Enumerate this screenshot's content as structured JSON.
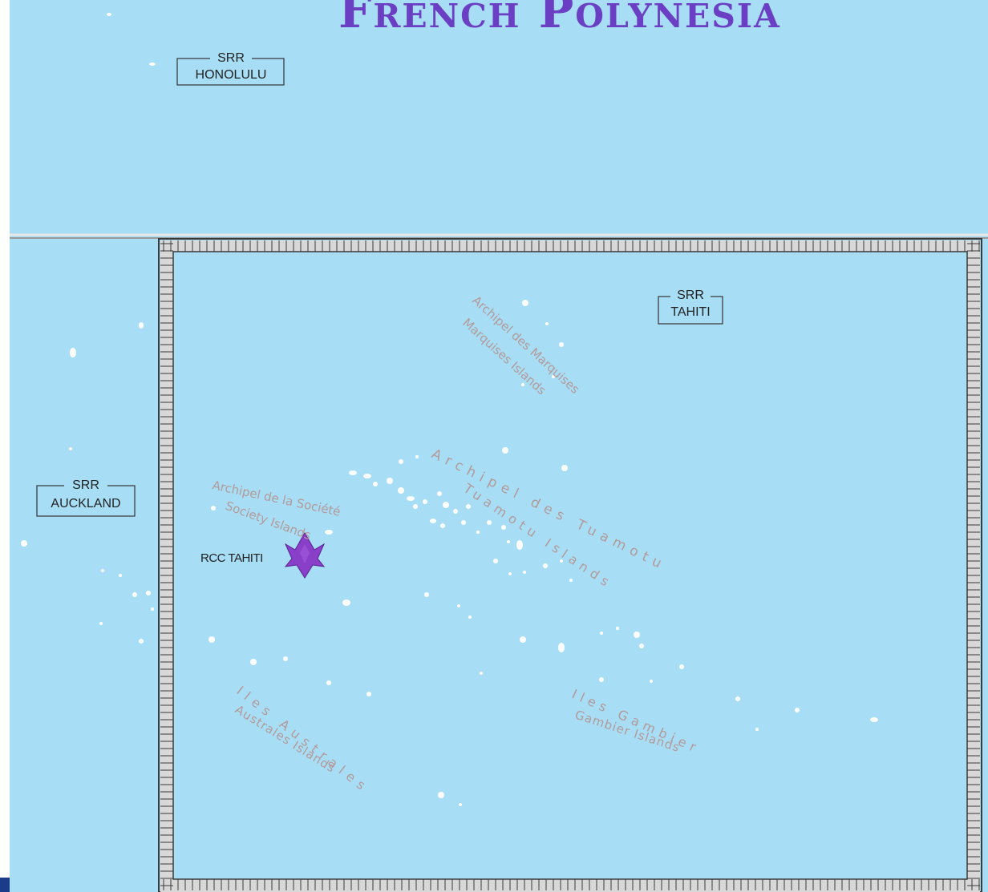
{
  "title": "French Polynesia",
  "colors": {
    "ocean": "#a8def5",
    "title": "#6b3fc4",
    "border_dark": "#3a3a3a",
    "border_light": "#d8d8d8",
    "island": "#ffffff",
    "archipelago_label": "#b29a9a",
    "star": "#8a3fc8"
  },
  "srr_regions": [
    {
      "header": "SRR",
      "name": "HONOLULU"
    },
    {
      "header": "SRR",
      "name": "TAHITI"
    },
    {
      "header": "SRR",
      "name": "AUCKLAND"
    }
  ],
  "rcc": {
    "label": "RCC TAHITI",
    "icon": "star-icon"
  },
  "archipelagos": [
    {
      "name_fr": "Archipel des Marquises",
      "name_en": "Marquises Islands"
    },
    {
      "name_fr": "Archipel de la Société",
      "name_en": "Society Islands"
    },
    {
      "name_fr": "Archipel des Tuamotu",
      "name_en": "Tuamotu Islands"
    },
    {
      "name_fr": "Iles Australes",
      "name_en": "Australes Islands"
    },
    {
      "name_fr": "Iles Gambier",
      "name_en": "Gambier Islands"
    }
  ]
}
